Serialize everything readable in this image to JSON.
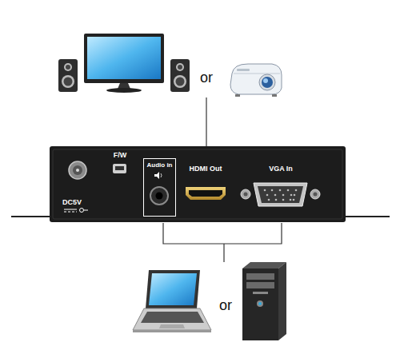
{
  "diagram": {
    "nodes": [
      {
        "text": [
          "Audio in"
        ]
      }
    ],
    "labels": [
      "or",
      "DC5V",
      "F/W",
      "HDMI Out",
      "VGA In",
      "or"
    ]
  }
}
